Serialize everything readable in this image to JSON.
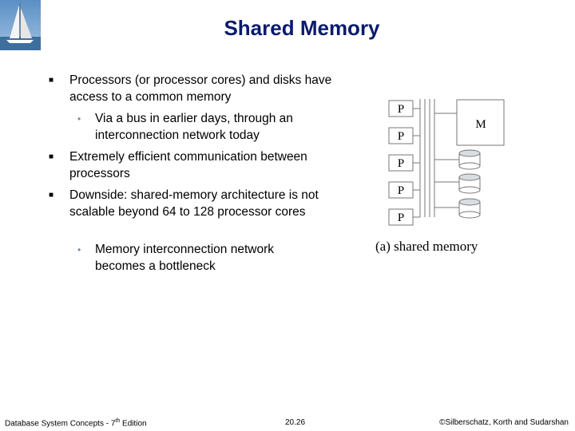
{
  "slide": {
    "title": "Shared Memory",
    "bullets": [
      "Processors (or processor cores) and disks have access to a common memory",
      "Extremely efficient communication between processors",
      "Downside: shared-memory architecture is not scalable beyond 64 to 128 processor cores"
    ],
    "subbullets": [
      "Via a bus in earlier days, through an interconnection network today",
      "Memory interconnection network becomes a bottleneck"
    ]
  },
  "figure": {
    "processor_label": "P",
    "memory_label": "M",
    "caption": "(a) shared memory"
  },
  "footer": {
    "left_prefix": "Database System Concepts - 7",
    "left_sup": "th",
    "left_suffix": " Edition",
    "center": "20.26",
    "right": "©Silberschatz, Korth and Sudarshan"
  },
  "colors": {
    "title": "#0a1a6e",
    "sub_bullet_marker": "#6a8ba8"
  }
}
